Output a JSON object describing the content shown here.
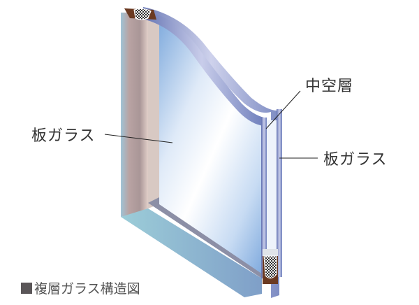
{
  "labels": {
    "left_pane": "板ガラス",
    "air_layer": "中空層",
    "right_pane": "板ガラス"
  },
  "caption": {
    "marker": "■",
    "text": "複層ガラス構造図"
  },
  "colors": {
    "glass_edge": "#6f7fb8",
    "glass_face": "#a9c4ea",
    "frame_side": "#b9a6a4",
    "spacer_brown": "#6b3a22",
    "text": "#333333"
  }
}
